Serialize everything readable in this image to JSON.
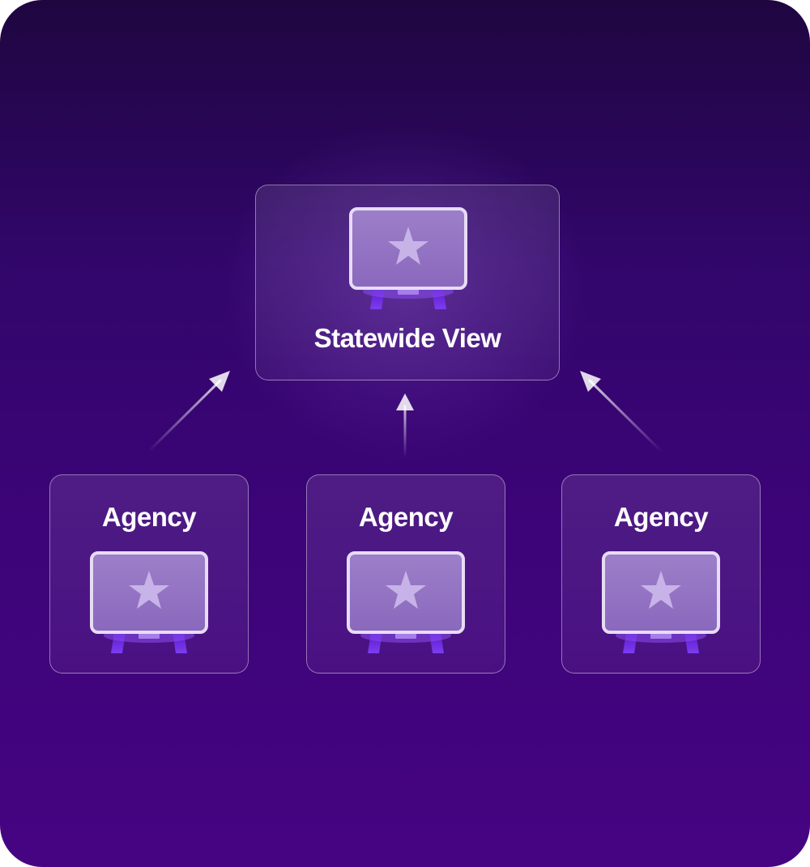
{
  "diagram": {
    "top_node": {
      "label": "Statewide View",
      "icon": "display-star-icon"
    },
    "child_nodes": [
      {
        "label": "Agency",
        "icon": "display-star-icon"
      },
      {
        "label": "Agency",
        "icon": "display-star-icon"
      },
      {
        "label": "Agency",
        "icon": "display-star-icon"
      }
    ],
    "colors": {
      "background_top": "#1f0640",
      "background_bottom": "#460482",
      "accent": "#7a2ee6",
      "text": "#ffffff"
    }
  }
}
